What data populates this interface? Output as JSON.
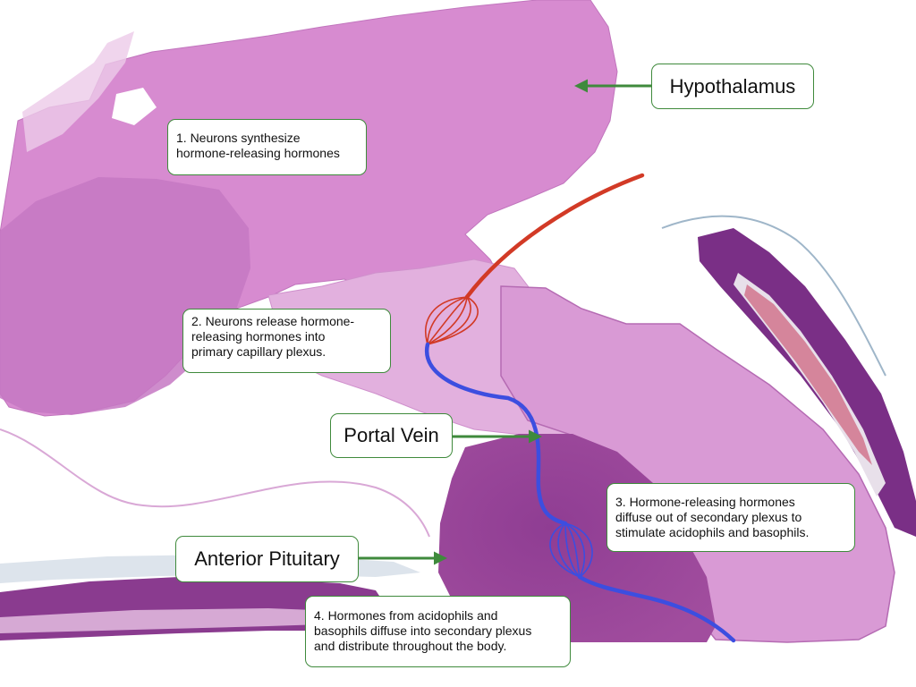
{
  "labels": {
    "hypothalamus": "Hypothalamus",
    "portal_vein": "Portal Vein",
    "anterior_pituitary": "Anterior Pituitary"
  },
  "steps": {
    "step1": "1. Neurons synthesize\nhormone-releasing hormones",
    "step2": "2. Neurons release hormone-\nreleasing hormones into\nprimary capillary plexus.",
    "step3": "3. Hormone-releasing hormones\ndiffuse out of secondary plexus to\nstimulate acidophils and basophils.",
    "step4": "4. Hormones from acidophils and\nbasophils diffuse into secondary plexus\nand distribute throughout the body."
  },
  "colors": {
    "arrow_green": "#3f8a3c",
    "artery_red": "#d23a26",
    "vein_blue": "#3c4ee0",
    "tissue_pink": "#d88fd0",
    "tissue_purple": "#8a3b8f",
    "bone_purple": "#7a2f86"
  }
}
